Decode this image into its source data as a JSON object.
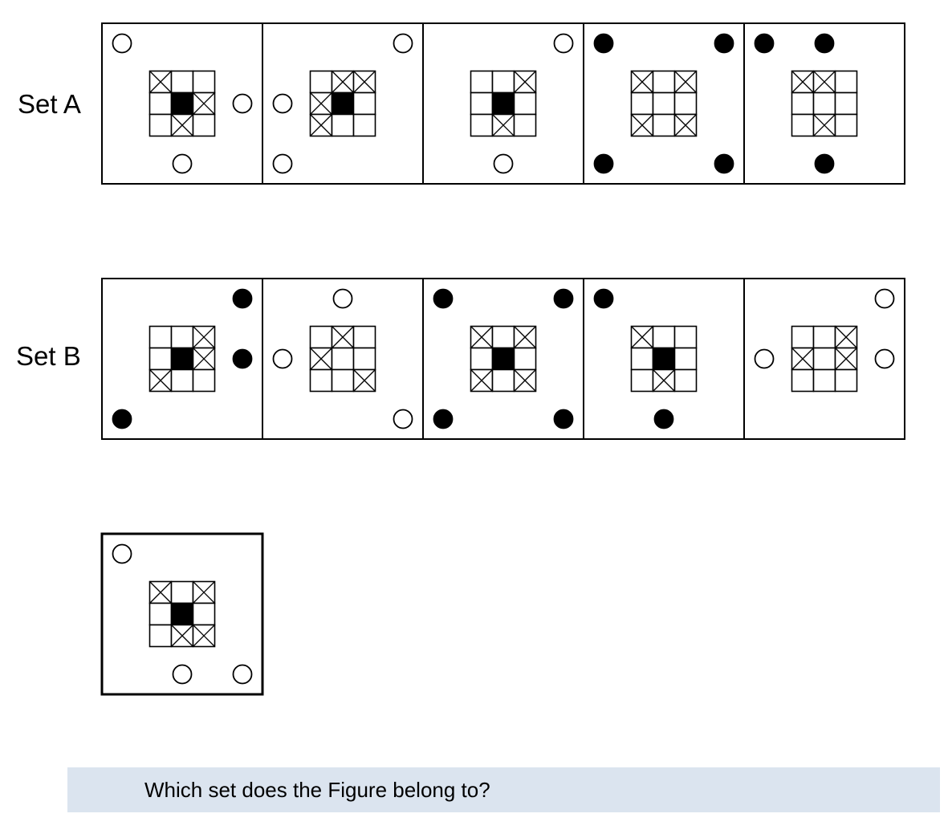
{
  "sets": [
    {
      "label": "Set A",
      "panels": [
        {
          "grid": [
            "x..",
            ".bx",
            ".x."
          ],
          "dots": [
            {
              "pos": "tl",
              "fill": "white"
            },
            {
              "pos": "mr",
              "fill": "white"
            },
            {
              "pos": "bc",
              "fill": "white"
            }
          ]
        },
        {
          "grid": [
            ".xx",
            "xb.",
            "x.."
          ],
          "dots": [
            {
              "pos": "tr",
              "fill": "white"
            },
            {
              "pos": "ml",
              "fill": "white"
            },
            {
              "pos": "bl",
              "fill": "white"
            }
          ]
        },
        {
          "grid": [
            "..x",
            ".b.",
            ".x."
          ],
          "dots": [
            {
              "pos": "tr",
              "fill": "white"
            },
            {
              "pos": "bc",
              "fill": "white"
            }
          ]
        },
        {
          "grid": [
            "x.x",
            "...",
            "x.x"
          ],
          "dots": [
            {
              "pos": "tl",
              "fill": "black"
            },
            {
              "pos": "tr",
              "fill": "black"
            },
            {
              "pos": "bl",
              "fill": "black"
            },
            {
              "pos": "br",
              "fill": "black"
            }
          ]
        },
        {
          "grid": [
            "xx.",
            "...",
            ".x."
          ],
          "dots": [
            {
              "pos": "tl",
              "fill": "black"
            },
            {
              "pos": "tc",
              "fill": "black"
            },
            {
              "pos": "bc",
              "fill": "black"
            }
          ]
        }
      ]
    },
    {
      "label": "Set B",
      "panels": [
        {
          "grid": [
            "..x",
            ".bx",
            "x.."
          ],
          "dots": [
            {
              "pos": "tr",
              "fill": "black"
            },
            {
              "pos": "mr",
              "fill": "black"
            },
            {
              "pos": "bl",
              "fill": "black"
            }
          ]
        },
        {
          "grid": [
            ".x.",
            "x..",
            "..x"
          ],
          "dots": [
            {
              "pos": "tc",
              "fill": "white"
            },
            {
              "pos": "ml",
              "fill": "white"
            },
            {
              "pos": "br",
              "fill": "white"
            }
          ]
        },
        {
          "grid": [
            "x.x",
            ".b.",
            "x.x"
          ],
          "dots": [
            {
              "pos": "tl",
              "fill": "black"
            },
            {
              "pos": "tr",
              "fill": "black"
            },
            {
              "pos": "bl",
              "fill": "black"
            },
            {
              "pos": "br",
              "fill": "black"
            }
          ]
        },
        {
          "grid": [
            "x..",
            ".b.",
            ".x."
          ],
          "dots": [
            {
              "pos": "tl",
              "fill": "black"
            },
            {
              "pos": "bc",
              "fill": "black"
            }
          ]
        },
        {
          "grid": [
            "..x",
            "x.x",
            "..."
          ],
          "dots": [
            {
              "pos": "tr",
              "fill": "white"
            },
            {
              "pos": "ml",
              "fill": "white"
            },
            {
              "pos": "mr",
              "fill": "white"
            }
          ]
        }
      ]
    }
  ],
  "figure": {
    "grid": [
      "x.x",
      ".b.",
      ".xx"
    ],
    "dots": [
      {
        "pos": "tl",
        "fill": "white"
      },
      {
        "pos": "bc",
        "fill": "white"
      },
      {
        "pos": "br",
        "fill": "white"
      }
    ]
  },
  "question": "Which set does the Figure belong to?"
}
